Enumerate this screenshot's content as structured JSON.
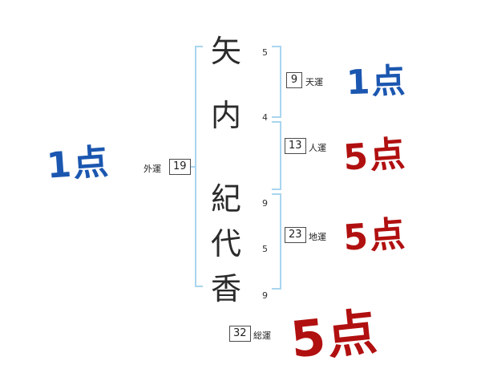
{
  "name": {
    "chars": [
      {
        "char": "矢",
        "strokes": "5"
      },
      {
        "char": "内",
        "strokes": "4"
      },
      {
        "char": "紀",
        "strokes": "9"
      },
      {
        "char": "代",
        "strokes": "5"
      },
      {
        "char": "香",
        "strokes": "9"
      }
    ]
  },
  "fortunes": {
    "gai": {
      "label": "外運",
      "value": "19"
    },
    "ten": {
      "label": "天運",
      "value": "9"
    },
    "jin": {
      "label": "人運",
      "value": "13"
    },
    "chi": {
      "label": "地運",
      "value": "23"
    },
    "sou": {
      "label": "総運",
      "value": "32"
    }
  },
  "scores": {
    "gai": "1点",
    "ten": "1点",
    "jin": "5点",
    "chi": "5点",
    "sou": "5点"
  },
  "colors": {
    "bracket": "#a9d5ef",
    "score_blue": "#1b57b0",
    "score_red": "#b11010",
    "text": "#2b2b2b"
  }
}
